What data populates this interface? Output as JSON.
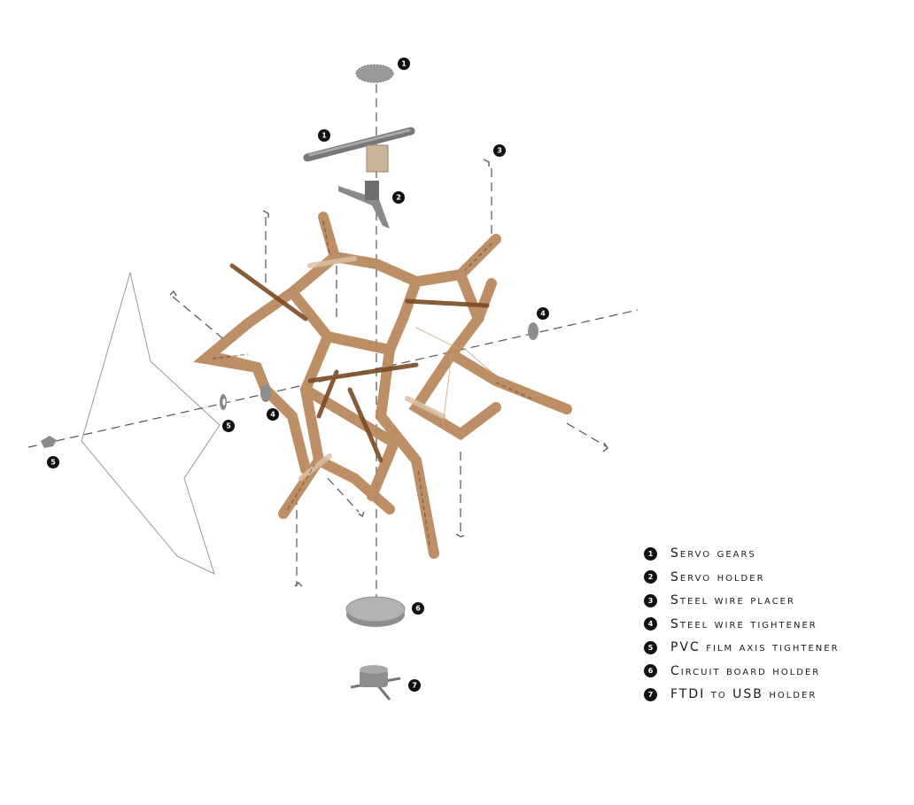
{
  "callouts": {
    "c1a": "1",
    "c1b": "1",
    "c2": "2",
    "c3": "3",
    "c4": "4",
    "c4b": "4",
    "c5": "5",
    "c5b": "5",
    "c6": "6",
    "c7": "7"
  },
  "legend": {
    "items": [
      {
        "num": "1",
        "label": "Servo gears"
      },
      {
        "num": "2",
        "label": "Servo holder"
      },
      {
        "num": "3",
        "label": "Steel wire placer"
      },
      {
        "num": "4",
        "label": "Steel wire tightener"
      },
      {
        "num": "5",
        "label": "PVC film axis tightener"
      },
      {
        "num": "6",
        "label": "Circuit board holder"
      },
      {
        "num": "7",
        "label": "FTDI to USB holder"
      }
    ]
  },
  "colors": {
    "wood": "#b8865a",
    "wood_light": "#d9bfa3",
    "wood_dark": "#7a4a24",
    "part_grey": "#8e8e8e",
    "callout": "#111111"
  }
}
